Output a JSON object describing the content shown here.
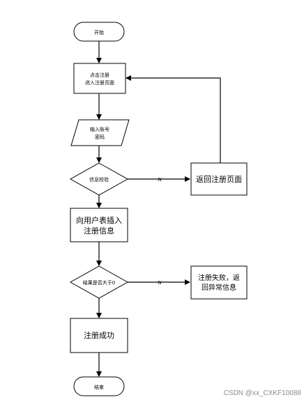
{
  "nodes": {
    "start": "开始",
    "click_register_line1": "点击注册",
    "click_register_line2": "进入注册页面",
    "input_line1": "输入账号",
    "input_line2": "密码",
    "validate": "信息校验",
    "return_register": "返回注册页面",
    "insert_line1": "向用户表插入",
    "insert_line2": "注册信息",
    "result_check": "结果是否大于0",
    "fail_line1": "注册失败，返",
    "fail_line2": "回异常信息",
    "success": "注册成功",
    "end": "结束"
  },
  "edge_labels": {
    "validate_no": "N",
    "result_no": "N"
  },
  "watermark": "CSDN @xx_CXKF10088"
}
